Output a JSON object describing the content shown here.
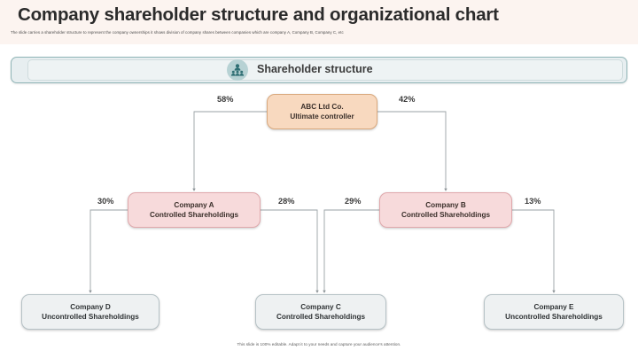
{
  "slide": {
    "title": "Company shareholder structure and organizational chart",
    "subtitle": "The slide carries a shareholder structure to represent the company ownerships it shows division of company shares between companies which are company A, Company B, Company C, etc",
    "footer_note": "This slide is 100% editable. Adapt it to your needs and capture your audience's attention."
  },
  "section": {
    "label": "Shareholder structure",
    "icon": "people-group-icon"
  },
  "nodes": {
    "root": {
      "line1": "ABC Ltd Co.",
      "line2": "Ultimate controller"
    },
    "company_a": {
      "line1": "Company A",
      "line2": "Controlled Shareholdings"
    },
    "company_b": {
      "line1": "Company B",
      "line2": "Controlled Shareholdings"
    },
    "company_c": {
      "line1": "Company C",
      "line2": "Controlled Shareholdings"
    },
    "company_d": {
      "line1": "Company D",
      "line2": "Uncontrolled Shareholdings"
    },
    "company_e": {
      "line1": "Company E",
      "line2": "Uncontrolled Shareholdings"
    }
  },
  "percentages": {
    "root_to_a": "58%",
    "root_to_b": "42%",
    "a_to_d": "30%",
    "a_to_c": "28%",
    "b_to_c": "29%",
    "b_to_e": "13%"
  },
  "colors": {
    "title_band": "#fcf4f0",
    "section_border": "#8fb4b6",
    "section_fill": "#e7eef0",
    "root_fill": "#f8d9bf",
    "root_border": "#d9a87c",
    "mid_fill": "#f7dadb",
    "mid_border": "#e0a8ac",
    "leaf_fill": "#eef1f2",
    "leaf_border": "#b6c2c6",
    "connector": "#9aa2a6"
  }
}
